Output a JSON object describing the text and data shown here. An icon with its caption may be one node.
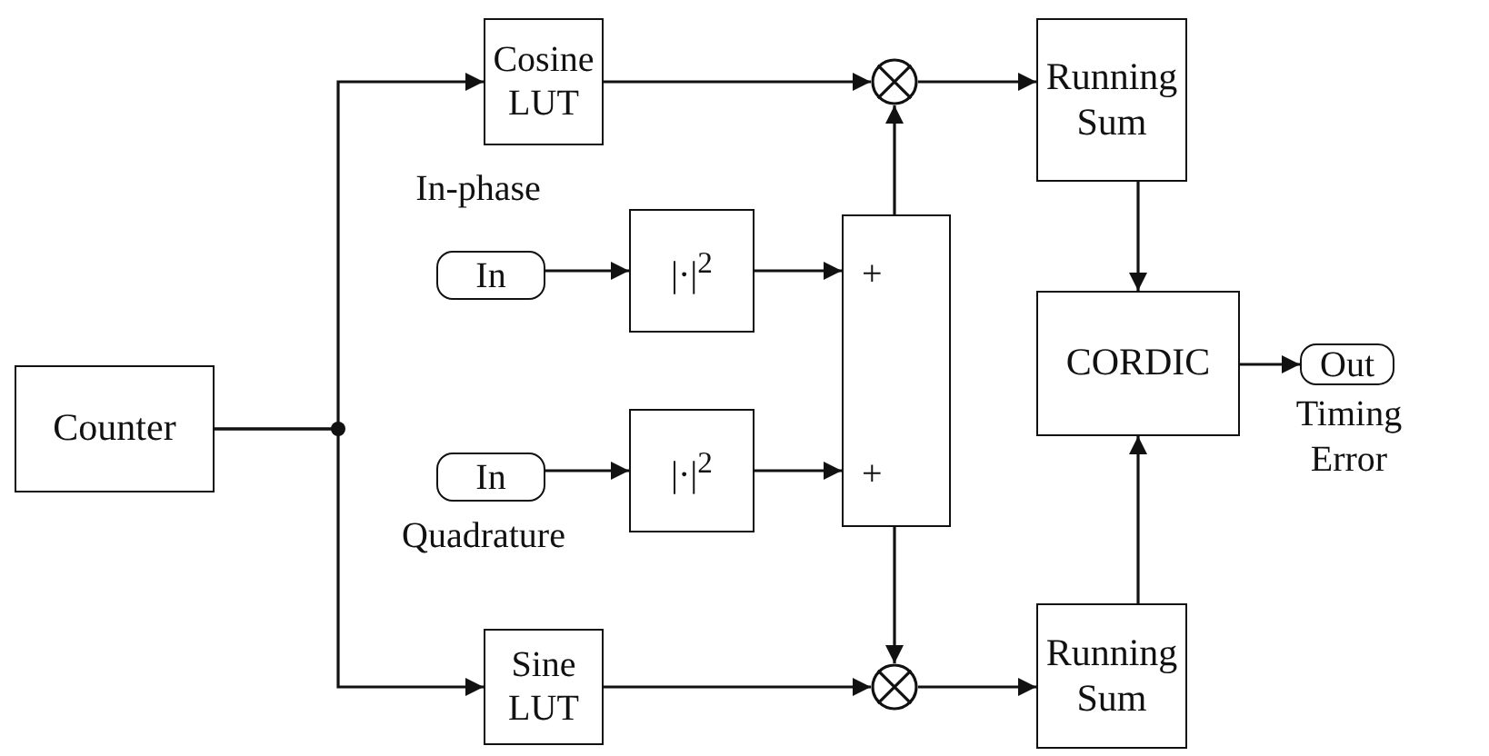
{
  "diagram": {
    "nodes": [
      {
        "text": [
          "Counter"
        ]
      },
      {
        "text": [
          "Cosine LUT"
        ]
      },
      {
        "text": [
          "In"
        ],
        "beside": [
          "In-phase"
        ]
      },
      {
        "text": [
          "|·|$^{2}$"
        ]
      },
      {
        "text": [
          "In"
        ],
        "beside": [
          "Quadrature"
        ]
      },
      {
        "text": [
          "|·|$^{2}$"
        ]
      },
      {
        "text": [
          "+",
          "+"
        ]
      },
      {
        "text": [],
        "shape": "circle"
      },
      {
        "text": [
          "Running Sum"
        ]
      },
      {
        "text": [
          "CORDIC"
        ]
      },
      {
        "text": [
          "Out"
        ],
        "beside": [
          "Timing Error"
        ]
      },
      {
        "text": [
          "Sine LUT"
        ]
      },
      {
        "text": [],
        "shape": "circle"
      },
      {
        "text": [
          "Running Sum"
        ]
      }
    ],
    "edges": [
      {
        "from": 0,
        "to": 1,
        "arrow": "to"
      },
      {
        "from": 0,
        "to": 11,
        "arrow": "to"
      },
      {
        "from": 2,
        "to": 3,
        "arrow": "to"
      },
      {
        "from": 4,
        "to": 5,
        "arrow": "to"
      },
      {
        "from": 3,
        "to": 6,
        "arrow": "to"
      },
      {
        "from": 5,
        "to": 6,
        "arrow": "to"
      },
      {
        "from": 1,
        "to": 7,
        "arrow": "to"
      },
      {
        "from": 6,
        "to": 7,
        "arrow": "to"
      },
      {
        "from": 6,
        "to": 12,
        "arrow": "to"
      },
      {
        "from": 11,
        "to": 12,
        "arrow": "to"
      },
      {
        "from": 7,
        "to": 8,
        "arrow": "to"
      },
      {
        "from": 12,
        "to": 13,
        "arrow": "to"
      },
      {
        "from": 8,
        "to": 9,
        "arrow": "to"
      },
      {
        "from": 13,
        "to": 9,
        "arrow": "to"
      },
      {
        "from": 9,
        "to": 10,
        "arrow": "to"
      }
    ]
  }
}
